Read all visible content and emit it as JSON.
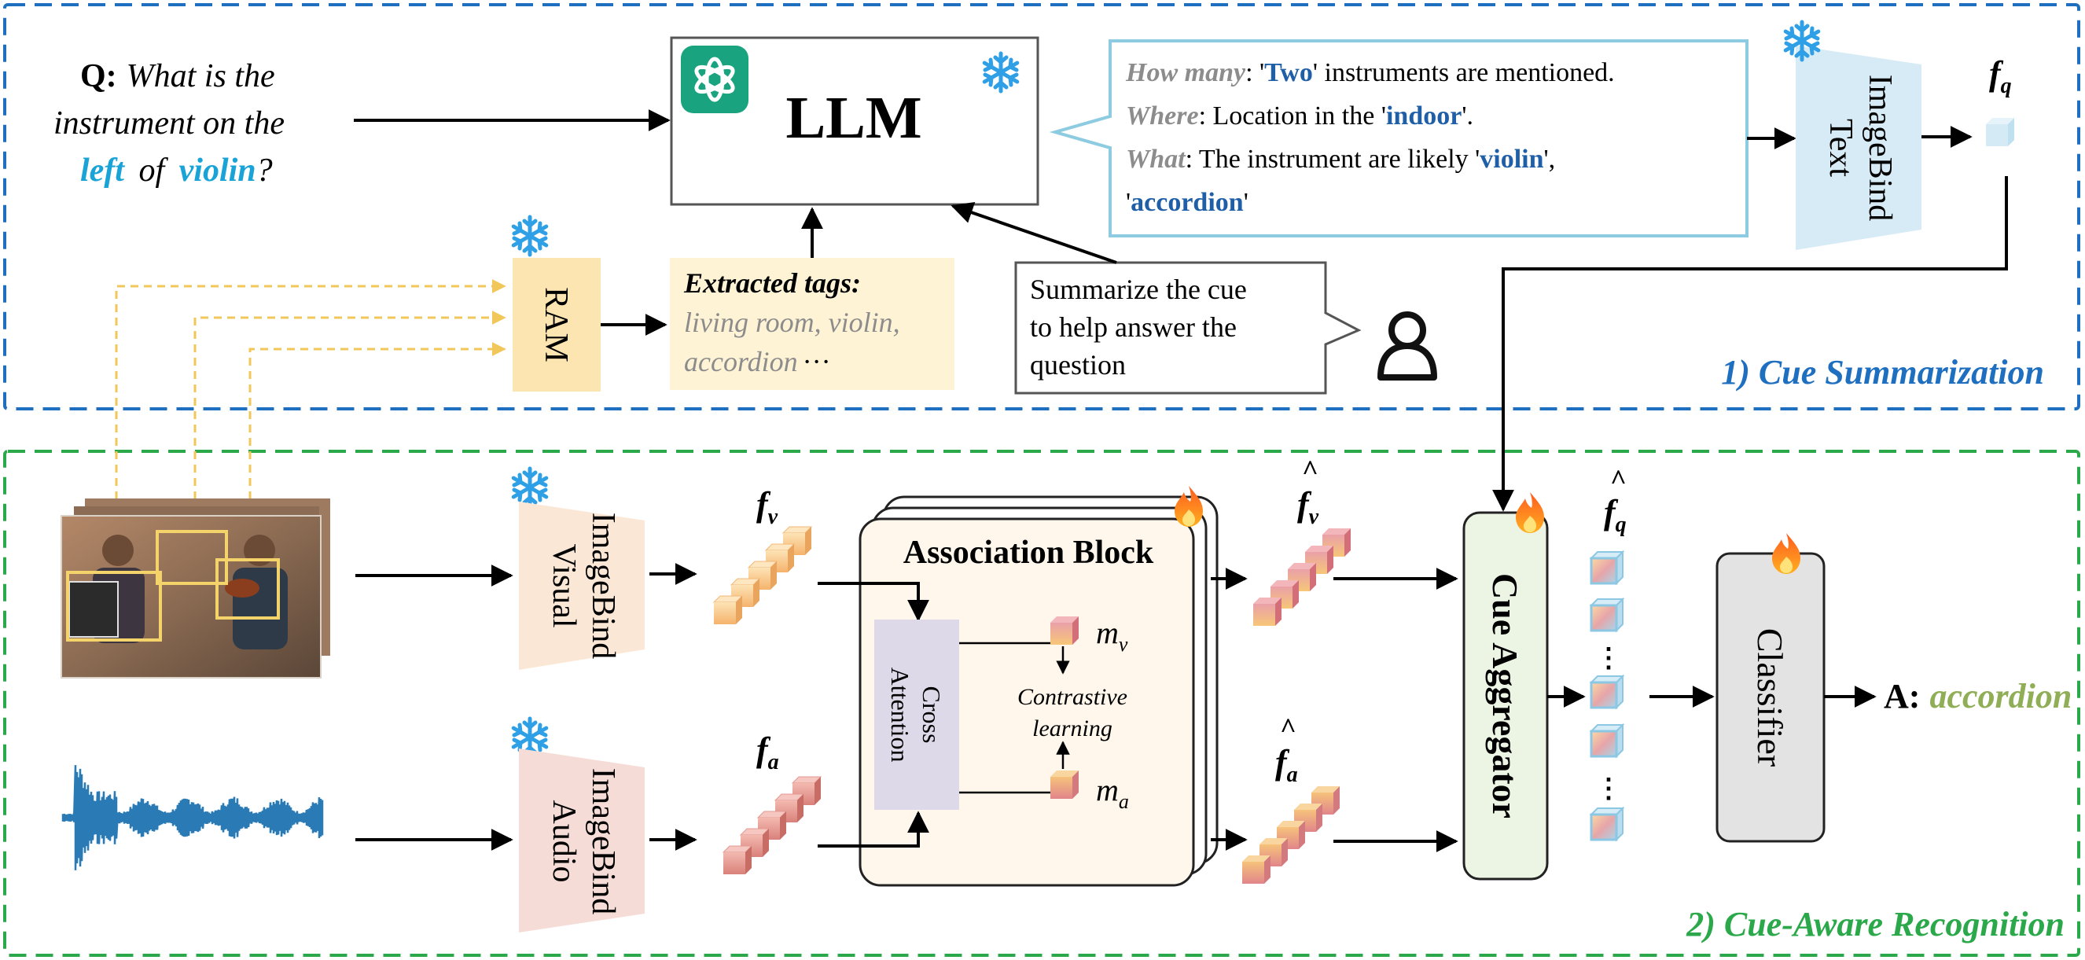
{
  "colors": {
    "summ_border": "#1f6fc0",
    "recog_border": "#2aa84a",
    "cyan_text": "#1aa3d6",
    "dark_blue_text": "#1f5fa8",
    "grey_text": "#8c8c8c",
    "green_text": "#8fae56",
    "ram_fill": "#fce5b0",
    "tags_fill": "#fff3d6",
    "text_encoder_fill": "#d7ebf6",
    "visual_encoder_fill": "#fbe7d6",
    "audio_encoder_fill": "#f6dcd6",
    "cross_att_fill": "#ddd9e8",
    "cue_agg_fill": "#ecf4e4",
    "classifier_fill": "#e3e3e3",
    "snow": "#2f9fe6"
  },
  "question": {
    "prefix": "Q:",
    "line1": "What is the",
    "line2": "instrument on the",
    "word_left": "left",
    "word_of": "of",
    "word_violin": "violin",
    "qmark": "?"
  },
  "llm": {
    "label": "LLM",
    "logo": "openai-logo-icon"
  },
  "cue_bubble": {
    "line1": {
      "key": "How many",
      "sep": ": '",
      "highlight": "Two",
      "rest": "' instruments are mentioned."
    },
    "line2": {
      "key": "Where",
      "sep": ": Location in the '",
      "highlight": "indoor",
      "rest": "'."
    },
    "line3": {
      "key": "What",
      "sep": ": The instrument are likely '",
      "highlight": "violin",
      "rest": "',"
    },
    "line4": {
      "pre": "'",
      "highlight": "accordion",
      "rest": "'"
    }
  },
  "text_encoder": {
    "line1": "ImageBind",
    "line2": "Text"
  },
  "fq_label": {
    "f": "f",
    "sub": "q"
  },
  "ram": {
    "label": "RAM"
  },
  "tags": {
    "title": "Extracted tags:",
    "line1": "living room, violin,",
    "line2": "accordion",
    "ellipsis": "···"
  },
  "prompt_bubble": {
    "line1": "Summarize the cue",
    "line2": "to help answer the",
    "line3": "question"
  },
  "summ_title": "1) Cue Summarization",
  "visual_encoder": {
    "line1": "ImageBind",
    "line2": "Visual"
  },
  "audio_encoder": {
    "line1": "ImageBind",
    "line2": "Audio"
  },
  "fv_label": {
    "f": "f",
    "sub": "v"
  },
  "fa_label": {
    "f": "f",
    "sub": "a"
  },
  "assoc": {
    "title": "Association Block",
    "cross_line1": "Cross",
    "cross_line2": "Attention",
    "mv": {
      "m": "m",
      "sub": "v"
    },
    "ma": {
      "m": "m",
      "sub": "a"
    },
    "contrast_line1": "Contrastive",
    "contrast_line2": "learning"
  },
  "fv_hat": {
    "f": "f",
    "sub": "v",
    "hat": "^"
  },
  "fa_hat": {
    "f": "f",
    "sub": "a",
    "hat": "^"
  },
  "fq_hat": {
    "f": "f",
    "sub": "q",
    "hat": "^"
  },
  "cue_aggregator": "Cue Aggregator",
  "classifier": "Classifier",
  "answer": {
    "prefix": "A:",
    "value": "accordion"
  },
  "recog_title": "2) Cue-Aware Recognition"
}
